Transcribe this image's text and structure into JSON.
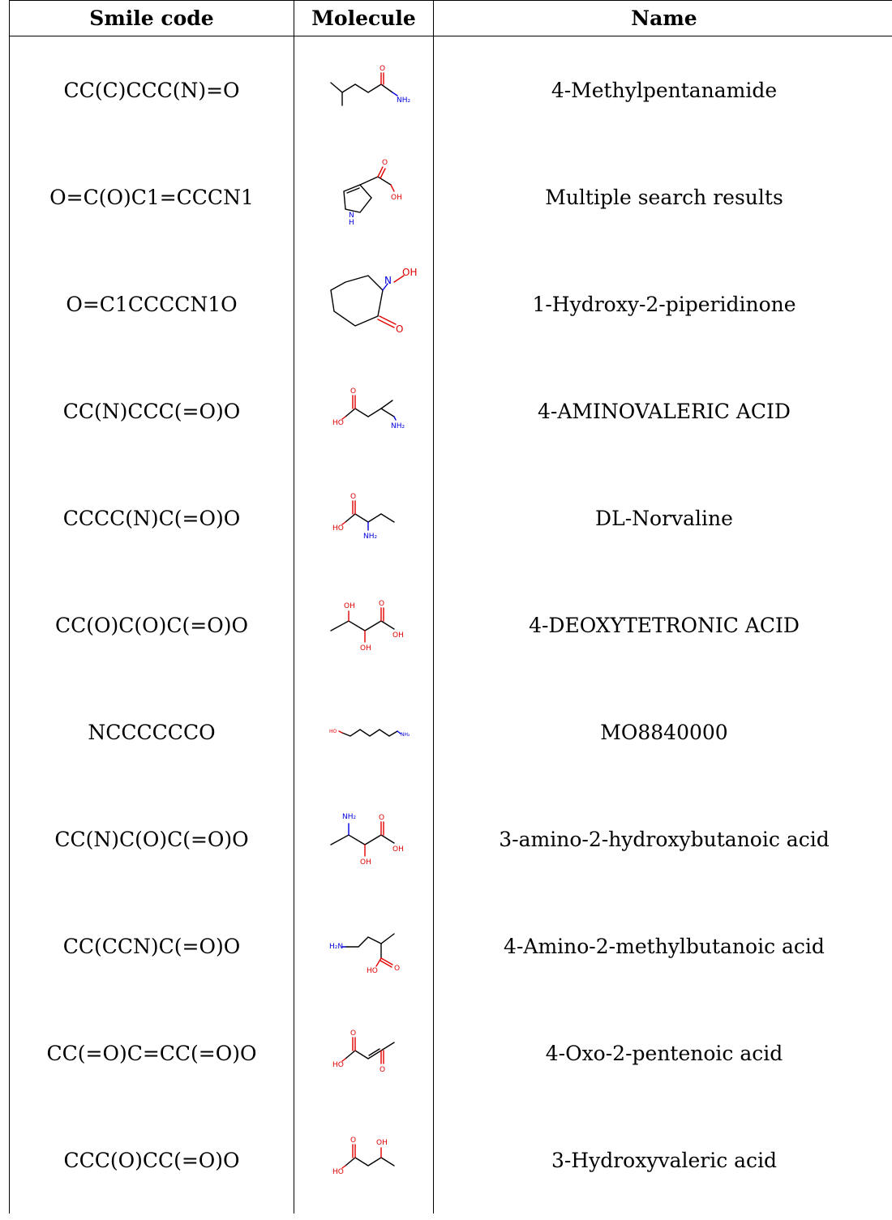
{
  "table": {
    "headers": {
      "smiles": "Smile code",
      "molecule": "Molecule",
      "name": "Name"
    },
    "rows": [
      {
        "smiles": "CC(C)CCC(N)=O",
        "name": "4-Methylpentanamide",
        "atom_labels": [
          "O",
          "NH₂"
        ]
      },
      {
        "smiles": "O=C(O)C1=CCCN1",
        "name": "Multiple search results",
        "atom_labels": [
          "O",
          "OH",
          "N",
          "H"
        ]
      },
      {
        "smiles": "O=C1CCCCN1O",
        "name": "1-Hydroxy-2-piperidinone",
        "atom_labels": [
          "N",
          "OH",
          "O"
        ]
      },
      {
        "smiles": "CC(N)CCC(=O)O",
        "name": "4-AMINOVALERIC ACID",
        "atom_labels": [
          "O",
          "HO",
          "NH₂"
        ]
      },
      {
        "smiles": "CCCC(N)C(=O)O",
        "name": "DL-Norvaline",
        "atom_labels": [
          "O",
          "HO",
          "NH₂"
        ]
      },
      {
        "smiles": "CC(O)C(O)C(=O)O",
        "name": "4-DEOXYTETRONIC ACID",
        "atom_labels": [
          "OH",
          "O",
          "OH",
          "OH"
        ]
      },
      {
        "smiles": "NCCCCCCO",
        "name": "MO8840000",
        "atom_labels": [
          "HO",
          "NH₂"
        ]
      },
      {
        "smiles": "CC(N)C(O)C(=O)O",
        "name": "3-amino-2-hydroxybutanoic acid",
        "atom_labels": [
          "NH₂",
          "O",
          "OH",
          "OH"
        ]
      },
      {
        "smiles": "CC(CCN)C(=O)O",
        "name": "4-Amino-2-methylbutanoic acid",
        "atom_labels": [
          "H₂N",
          "O",
          "HO"
        ]
      },
      {
        "smiles": "CC(=O)C=CC(=O)O",
        "name": "4-Oxo-2-pentenoic acid",
        "atom_labels": [
          "O",
          "HO",
          "O"
        ]
      },
      {
        "smiles": "CCC(O)CC(=O)O",
        "name": "3-Hydroxyvaleric acid",
        "atom_labels": [
          "O",
          "OH",
          "HO"
        ]
      }
    ]
  }
}
